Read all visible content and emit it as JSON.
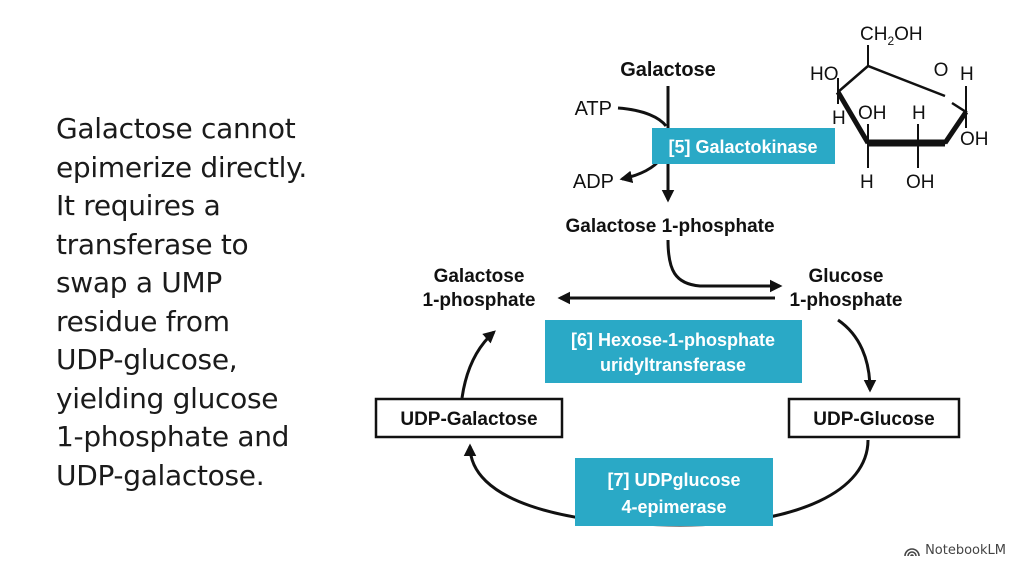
{
  "narrative": {
    "lines": [
      "Galactose cannot",
      "epimerize directly.",
      "It requires a",
      "transferase to",
      "swap a UMP",
      "residue from",
      "UDP-glucose,",
      "yielding glucose",
      "1-phosphate and",
      "UDP-galactose."
    ]
  },
  "diagram": {
    "top_substrate": "Galactose",
    "atp": "ATP",
    "adp": "ADP",
    "enzyme5": "[5] Galactokinase",
    "product1": "Galactose 1-phosphate",
    "left_substrate": [
      "Galactose",
      "1-phosphate"
    ],
    "right_product": [
      "Glucose",
      "1-phosphate"
    ],
    "enzyme6": [
      "[6] Hexose-1-phosphate",
      "uridyltransferase"
    ],
    "udp_galactose": "UDP-Galactose",
    "udp_glucose": "UDP-Glucose",
    "enzyme7": [
      "[7] UDPglucose",
      "4-epimerase"
    ],
    "structure": {
      "ch2oh_main": "CH",
      "ch2oh_sub": "2",
      "ch2oh_end": "OH",
      "ring_o": "O",
      "labels": [
        "HO",
        "H",
        "H",
        "OH",
        "H",
        "OH",
        "H",
        "OH"
      ]
    }
  },
  "colors": {
    "enzyme_box": "#2aa9c6",
    "stroke": "#111111"
  },
  "watermark": {
    "text": "NotebookLM",
    "icon": "notebooklm-logo-icon"
  }
}
